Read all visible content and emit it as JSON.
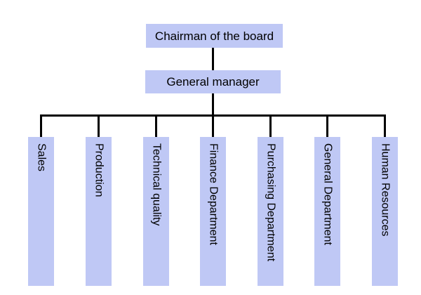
{
  "org": {
    "chairman": {
      "label": "Chairman of the board"
    },
    "general_manager": {
      "label": "General manager"
    },
    "departments": [
      {
        "label": "Sales"
      },
      {
        "label": "Production"
      },
      {
        "label": "Technical quality"
      },
      {
        "label": "Finance Department"
      },
      {
        "label": "Purchasing Department"
      },
      {
        "label": "General Department"
      },
      {
        "label": "Human Resources"
      }
    ]
  },
  "colors": {
    "box_fill": "#bfc8f5",
    "line": "#000000",
    "text": "#000000",
    "background": "#ffffff"
  }
}
